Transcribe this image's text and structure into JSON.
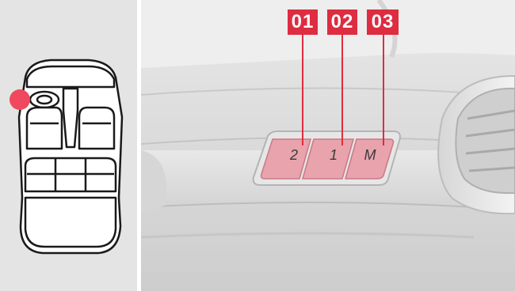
{
  "callouts": [
    {
      "label": "01"
    },
    {
      "label": "02"
    },
    {
      "label": "03"
    }
  ],
  "memory_buttons": [
    {
      "label": "2"
    },
    {
      "label": "1"
    },
    {
      "label": "M"
    }
  ],
  "colors": {
    "accent": "#de2c40",
    "button_highlight": "#e8a3ad",
    "panel_bg": "#e4e4e4"
  },
  "icons": [
    "car-top-view-icon",
    "driver-seat-marker-icon"
  ]
}
